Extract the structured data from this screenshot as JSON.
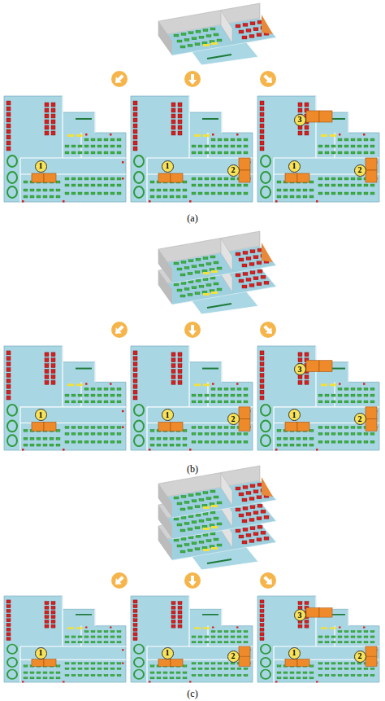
{
  "diagram": {
    "nodes": [
      {
        "text": [
          "1"
        ]
      },
      {
        "text": [
          "1"
        ]
      },
      {
        "text": [
          "2"
        ]
      },
      {
        "text": [
          "3"
        ]
      },
      {
        "text": [
          "1"
        ]
      },
      {
        "text": [
          "2"
        ]
      },
      {
        "text": [
          "1"
        ]
      },
      {
        "text": [
          "1"
        ]
      },
      {
        "text": [
          "2"
        ]
      },
      {
        "text": [
          "3"
        ]
      },
      {
        "text": [
          "1"
        ]
      },
      {
        "text": [
          "2"
        ]
      },
      {
        "text": [
          "1"
        ]
      },
      {
        "text": [
          "1"
        ]
      },
      {
        "text": [
          "2"
        ]
      },
      {
        "text": [
          "3"
        ]
      },
      {
        "text": [
          "1"
        ]
      },
      {
        "text": [
          "2"
        ]
      }
    ],
    "labels": [
      "(a)",
      "(b)",
      "(c)"
    ]
  }
}
